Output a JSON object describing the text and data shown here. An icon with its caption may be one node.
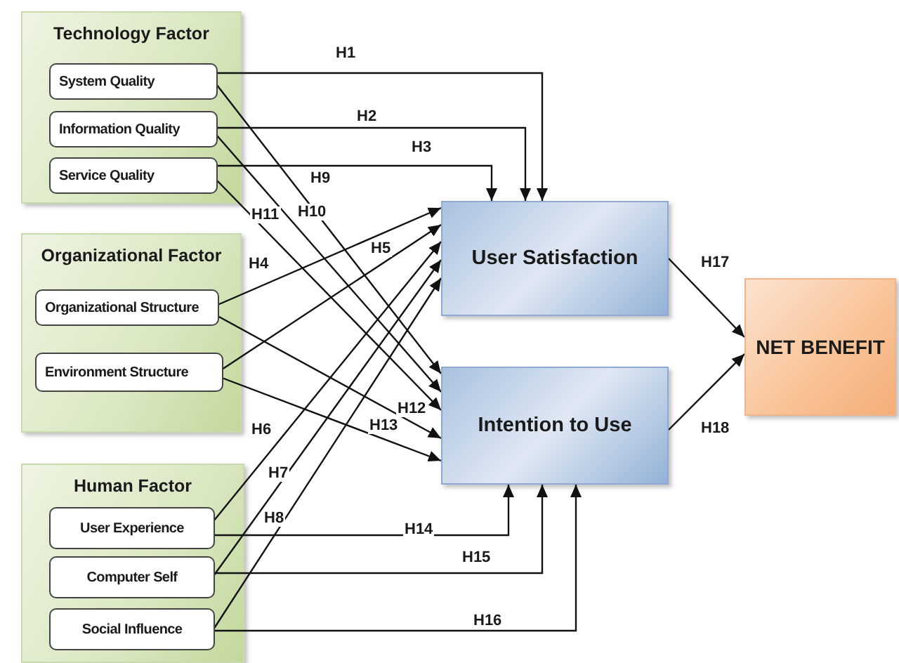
{
  "diagram": {
    "nodes": [
      {
        "text": [
          "Technology Factor"
        ]
      },
      {
        "text": [
          "System Quality"
        ],
        "in": 0
      },
      {
        "text": [
          "Information Quality"
        ],
        "in": 0
      },
      {
        "text": [
          "Service Quality"
        ],
        "in": 0
      },
      {
        "text": [
          "Organizational Factor"
        ]
      },
      {
        "text": [
          "Organizational Structure"
        ],
        "in": 4
      },
      {
        "text": [
          "Environment Structure"
        ],
        "in": 4
      },
      {
        "text": [
          "Human Factor"
        ]
      },
      {
        "text": [
          "User Experience"
        ],
        "in": 7
      },
      {
        "text": [
          "Computer Self"
        ],
        "in": 7
      },
      {
        "text": [
          "Social Influence"
        ],
        "in": 7
      },
      {
        "text": [
          "User Satisfaction"
        ]
      },
      {
        "text": [
          "Intention to Use"
        ]
      },
      {
        "text": [
          "NET BENEFIT"
        ]
      }
    ],
    "edges": [
      {
        "from": 1,
        "to": 11,
        "arrow": "to",
        "label": "H1"
      },
      {
        "from": 2,
        "to": 11,
        "arrow": "to",
        "label": "H2"
      },
      {
        "from": 3,
        "to": 11,
        "arrow": "to",
        "label": "H3"
      },
      {
        "from": 5,
        "to": 11,
        "arrow": "to",
        "label": "H4"
      },
      {
        "from": 6,
        "to": 11,
        "arrow": "to",
        "label": "H5"
      },
      {
        "from": 8,
        "to": 11,
        "arrow": "to",
        "label": "H6"
      },
      {
        "from": 9,
        "to": 11,
        "arrow": "to",
        "label": "H7"
      },
      {
        "from": 10,
        "to": 11,
        "arrow": "to",
        "label": "H8"
      },
      {
        "from": 1,
        "to": 12,
        "arrow": "to",
        "label": "H9"
      },
      {
        "from": 2,
        "to": 12,
        "arrow": "to",
        "label": "H10"
      },
      {
        "from": 3,
        "to": 12,
        "arrow": "to",
        "label": "H11"
      },
      {
        "from": 5,
        "to": 12,
        "arrow": "to",
        "label": "H12"
      },
      {
        "from": 6,
        "to": 12,
        "arrow": "to",
        "label": "H13"
      },
      {
        "from": 8,
        "to": 12,
        "arrow": "to",
        "label": "H14"
      },
      {
        "from": 9,
        "to": 12,
        "arrow": "to",
        "label": "H15"
      },
      {
        "from": 10,
        "to": 12,
        "arrow": "to",
        "label": "H16"
      },
      {
        "from": 11,
        "to": 13,
        "arrow": "to",
        "label": "H17"
      },
      {
        "from": 12,
        "to": 13,
        "arrow": "to",
        "label": "H18"
      }
    ]
  }
}
